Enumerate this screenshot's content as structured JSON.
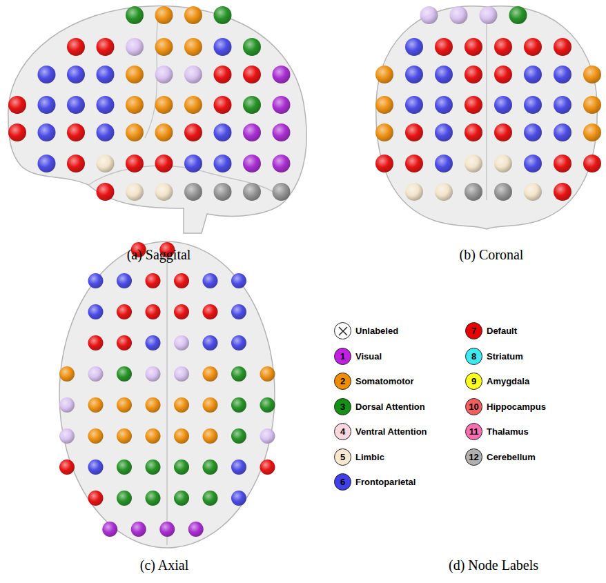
{
  "diagram": {
    "labels": [
      "(a) Saggital",
      "(b) Coronal",
      "(c) Axial",
      "(d) Node Labels",
      "1",
      "2",
      "3",
      "4",
      "5",
      "6",
      "7",
      "8",
      "9",
      "10",
      "11",
      "12"
    ],
    "legend": [
      {
        "text": "Unlabeled"
      },
      {
        "text": "Visual",
        "color": "#c020e0"
      },
      {
        "text": "Somatomotor",
        "color": "#f08c00"
      },
      {
        "text": "Dorsal Attention",
        "color": "#149014"
      },
      {
        "text": "Ventral Attention",
        "color": "#fbd8e0"
      },
      {
        "text": "Limbic",
        "color": "#f8e8d0"
      },
      {
        "text": "Frontoparietal",
        "color": "#4040e8"
      },
      {
        "text": "Default",
        "color": "#e80000"
      },
      {
        "text": "Striatum",
        "color": "#40e8f0"
      },
      {
        "text": "Amygdala",
        "color": "#ffff20"
      },
      {
        "text": "Hippocampus",
        "color": "#f06060"
      },
      {
        "text": "Thalamus",
        "color": "#f870b0"
      },
      {
        "text": "Cerebellum",
        "color": "#b0b0b0"
      }
    ]
  }
}
